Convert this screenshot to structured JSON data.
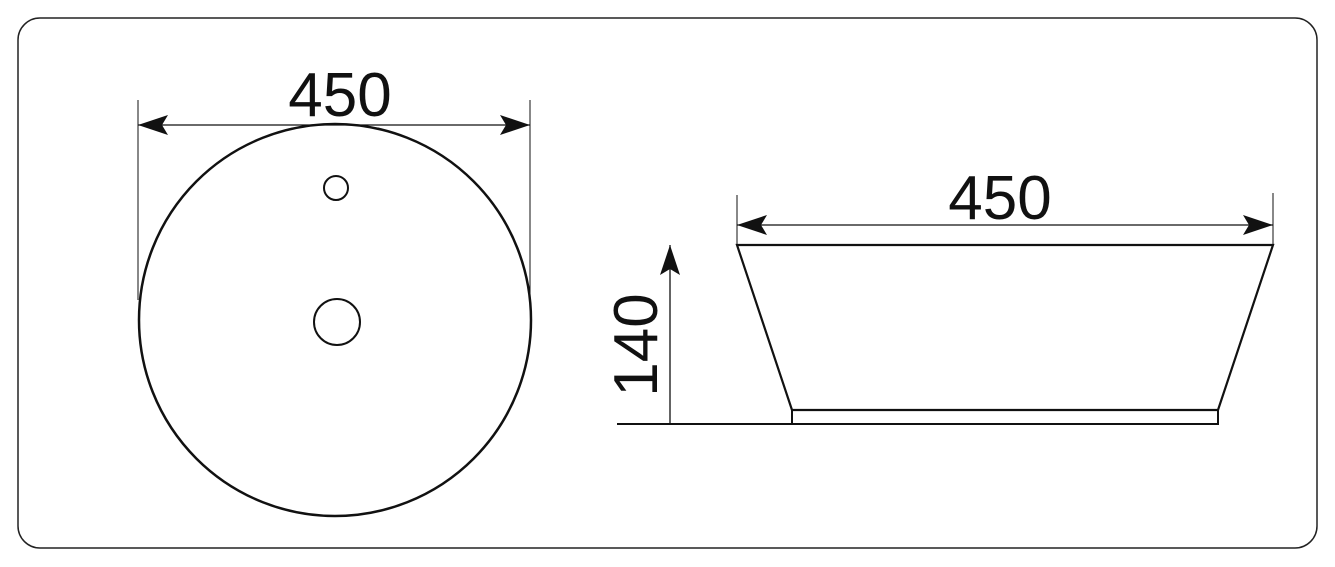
{
  "top_view": {
    "width_label": "450"
  },
  "side_view": {
    "width_label": "450",
    "height_label": "140"
  },
  "colors": {
    "line": "#111111",
    "background": "#ffffff"
  }
}
